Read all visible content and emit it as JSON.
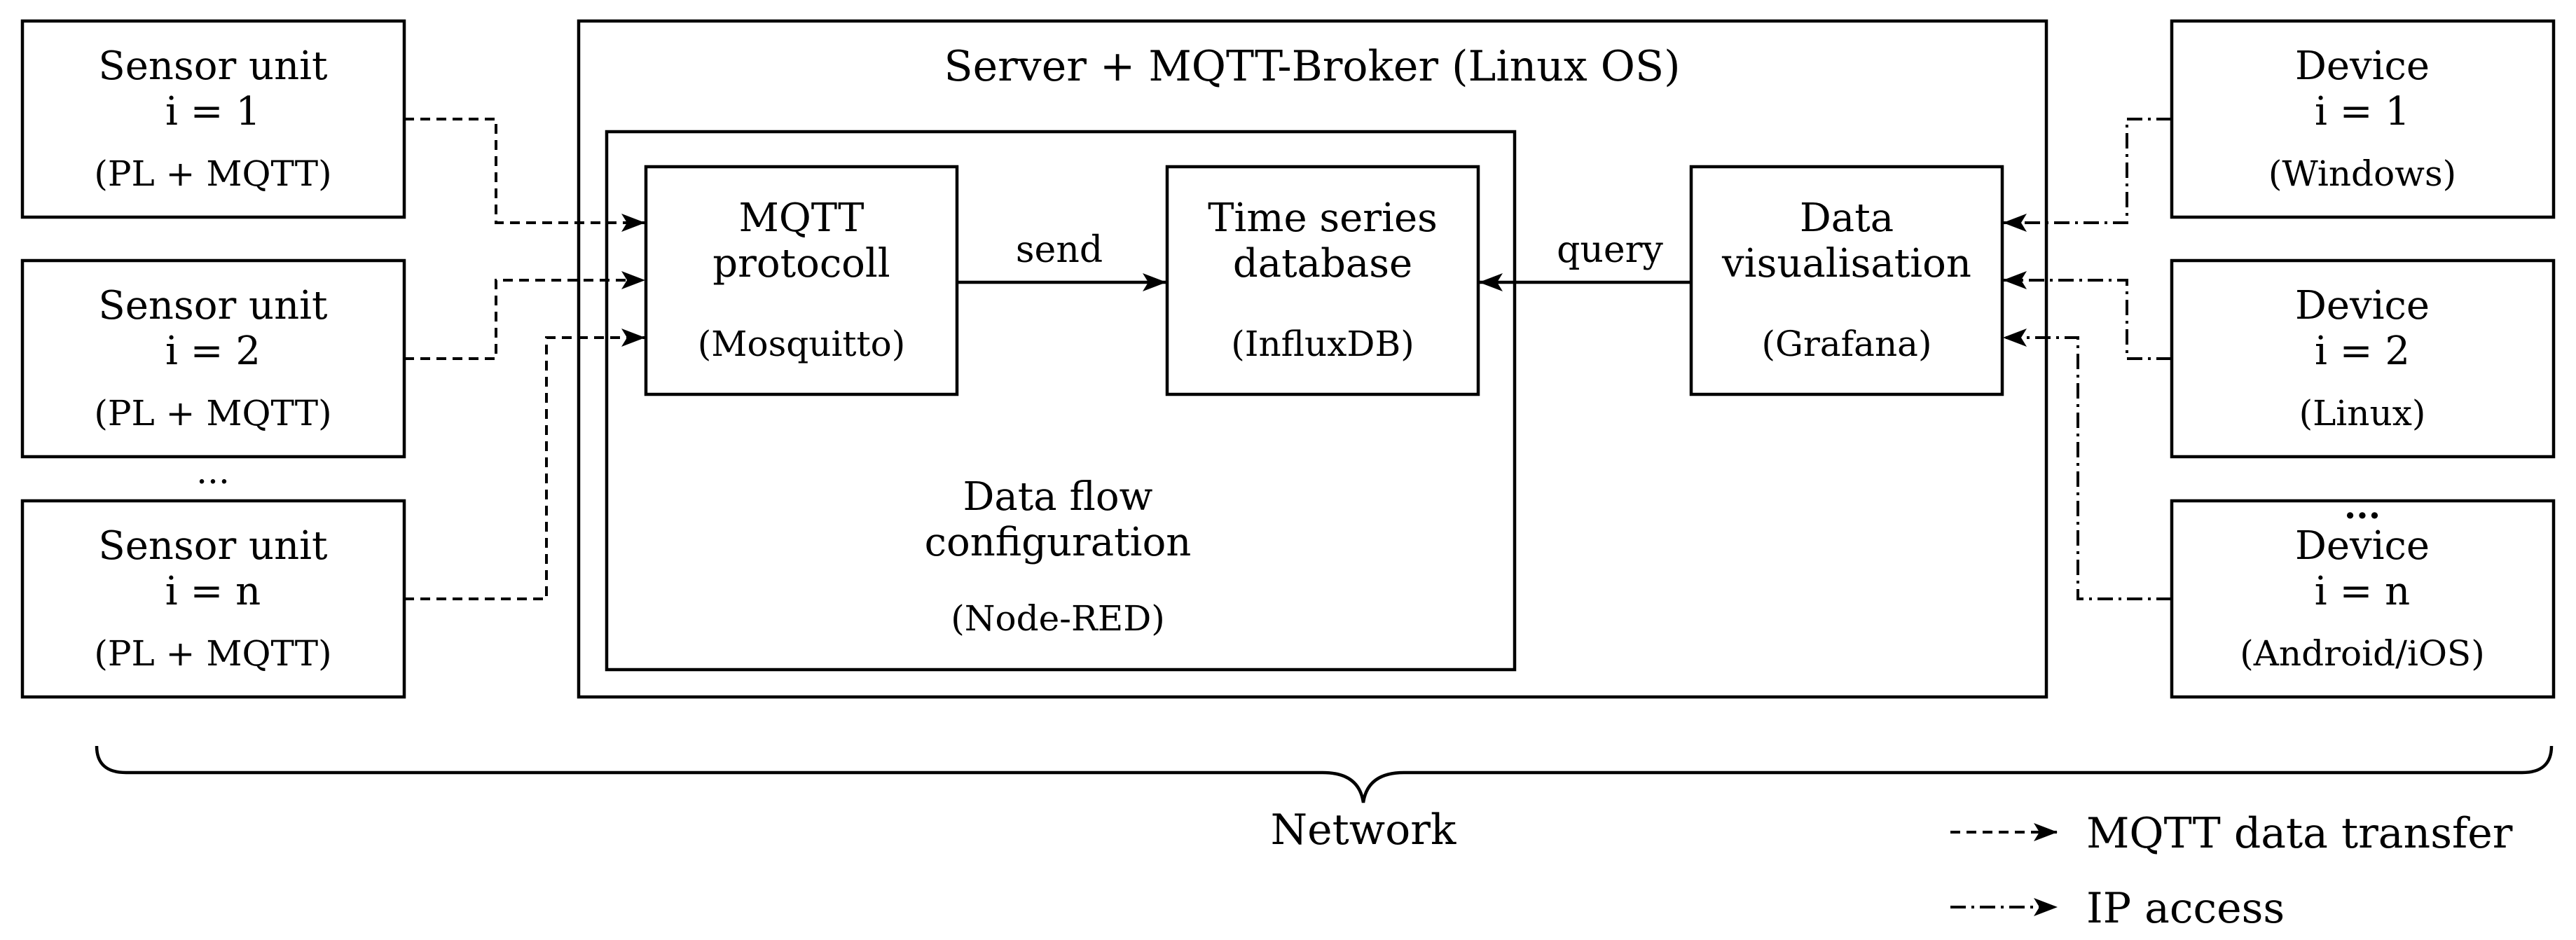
{
  "server": {
    "title": "Server + MQTT-Broker (Linux OS)",
    "inner": {
      "line1": "Data flow",
      "line2": "configuration",
      "sub": "(Node-RED)"
    },
    "mqtt_box": {
      "line1": "MQTT",
      "line2": "protocoll",
      "sub": "(Mosquitto)"
    },
    "tsdb_box": {
      "line1": "Time series",
      "line2": "database",
      "sub": "(InfluxDB)"
    },
    "viz_box": {
      "line1": "Data",
      "line2": "visualisation",
      "sub": "(Grafana)"
    },
    "edge_send": "send",
    "edge_query": "query"
  },
  "sensors": [
    {
      "line1": "Sensor unit",
      "line2": "i = 1",
      "sub": "(PL + MQTT)"
    },
    {
      "line1": "Sensor unit",
      "line2": "i = 2",
      "sub": "(PL + MQTT)"
    },
    {
      "line1": "Sensor unit",
      "line2": "i = n",
      "sub": "(PL + MQTT)"
    }
  ],
  "sensor_ellipsis": "...",
  "devices": [
    {
      "line1": "Device",
      "line2": "i = 1",
      "sub": "(Windows)"
    },
    {
      "line1": "Device",
      "line2": "i = 2",
      "sub": "(Linux)"
    },
    {
      "line1": "Device",
      "line2": "i = n",
      "sub": "(Android/iOS)"
    }
  ],
  "device_ellipsis": "...",
  "network_label": "Network",
  "legend": {
    "mqtt_label": "MQTT data transfer",
    "ip_label": "IP access"
  }
}
